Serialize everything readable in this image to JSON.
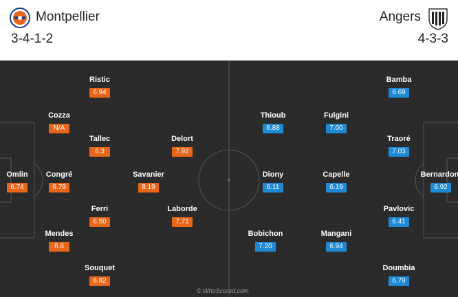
{
  "home": {
    "name": "Montpellier",
    "formation": "3-4-1-2",
    "crest_icon": "montpellier-crest-icon",
    "rating_color": "#e8661a",
    "players": [
      {
        "name": "Omlin",
        "rating": "6.74"
      },
      {
        "name": "Cozza",
        "rating": "N/A"
      },
      {
        "name": "Congré",
        "rating": "6.79"
      },
      {
        "name": "Mendes",
        "rating": "6.6"
      },
      {
        "name": "Ristic",
        "rating": "6.94"
      },
      {
        "name": "Tallec",
        "rating": "6.3"
      },
      {
        "name": "Ferri",
        "rating": "6.50"
      },
      {
        "name": "Souquet",
        "rating": "6.82"
      },
      {
        "name": "Savanier",
        "rating": "8.19"
      },
      {
        "name": "Delort",
        "rating": "7.92"
      },
      {
        "name": "Laborde",
        "rating": "7.71"
      }
    ]
  },
  "away": {
    "name": "Angers",
    "formation": "4-3-3",
    "crest_icon": "angers-crest-icon",
    "rating_color": "#1e8ad6",
    "players": [
      {
        "name": "Bernardoni",
        "rating": "6.92"
      },
      {
        "name": "Bamba",
        "rating": "6.69"
      },
      {
        "name": "Traoré",
        "rating": "7.03"
      },
      {
        "name": "Pavlovic",
        "rating": "6.41"
      },
      {
        "name": "Doumbia",
        "rating": "6.79"
      },
      {
        "name": "Fulgini",
        "rating": "7.00"
      },
      {
        "name": "Capelle",
        "rating": "6.19"
      },
      {
        "name": "Mangani",
        "rating": "6.94"
      },
      {
        "name": "Thioub",
        "rating": "6.88"
      },
      {
        "name": "Diony",
        "rating": "6.11"
      },
      {
        "name": "Bobichon",
        "rating": "7.20"
      }
    ]
  },
  "pitch": {
    "background": "#2b2b2b",
    "line_color": "#555555"
  },
  "watermark": "© WhoScored.com"
}
